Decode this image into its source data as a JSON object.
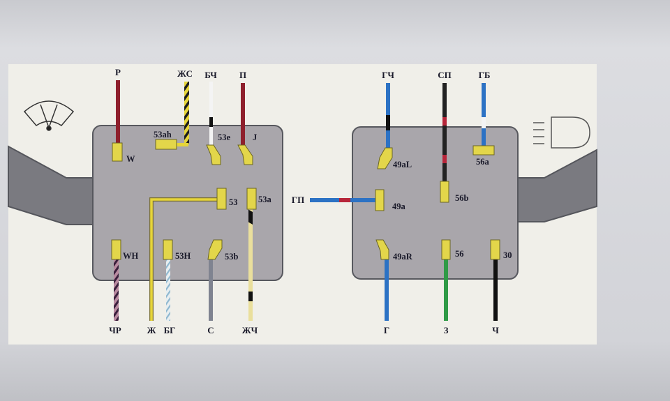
{
  "left_switch": {
    "top_wires": [
      "Р",
      "ЖС",
      "БЧ",
      "П"
    ],
    "bottom_wires": [
      "ЧР",
      "Ж",
      "БГ",
      "С",
      "ЖЧ"
    ],
    "pins": [
      "W",
      "53ah",
      "53e",
      "J",
      "53",
      "53a",
      "WH",
      "53H",
      "53b"
    ]
  },
  "right_switch": {
    "top_wires": [
      "ГЧ",
      "СП",
      "ГБ"
    ],
    "side_wire": "ГП",
    "bottom_wires": [
      "Г",
      "З",
      "Ч"
    ],
    "pins": [
      "49aL",
      "56a",
      "49a",
      "56b",
      "49aR",
      "56",
      "30"
    ]
  },
  "icons": [
    "windshield-wiper-icon",
    "headlight-icon"
  ],
  "colors": {
    "panel": "#f0efe9",
    "box": "#a9a6ab",
    "pin": "#e3d64a",
    "red": "#8e1f2c",
    "yellow": "#e6d53a",
    "blue": "#2c72c4",
    "green": "#2f9a46",
    "black": "#111111",
    "gray": "#7f8390"
  }
}
